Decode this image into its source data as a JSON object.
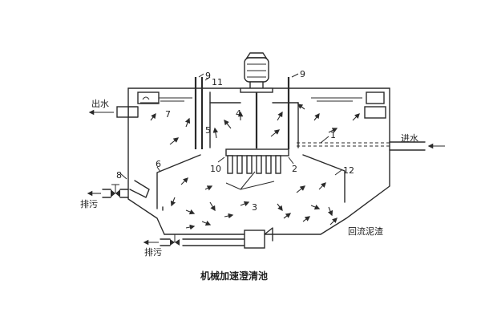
{
  "labels": {
    "outlet": "出水",
    "inlet": "进水",
    "sludge_discharge_top": "排污",
    "sludge_discharge_bottom": "排污",
    "return_sludge": "回流泥渣",
    "caption": "机械加速澄清池"
  },
  "numbers": {
    "n1": "1",
    "n2": "2",
    "n3": "3",
    "n4": "4",
    "n5": "5",
    "n6": "6",
    "n7": "7",
    "n8": "8",
    "n9_left": "9",
    "n9_right": "9",
    "n10": "10",
    "n11": "11",
    "n12": "12"
  },
  "colors": {
    "line": "#2a2a2a",
    "background": "#ffffff"
  }
}
